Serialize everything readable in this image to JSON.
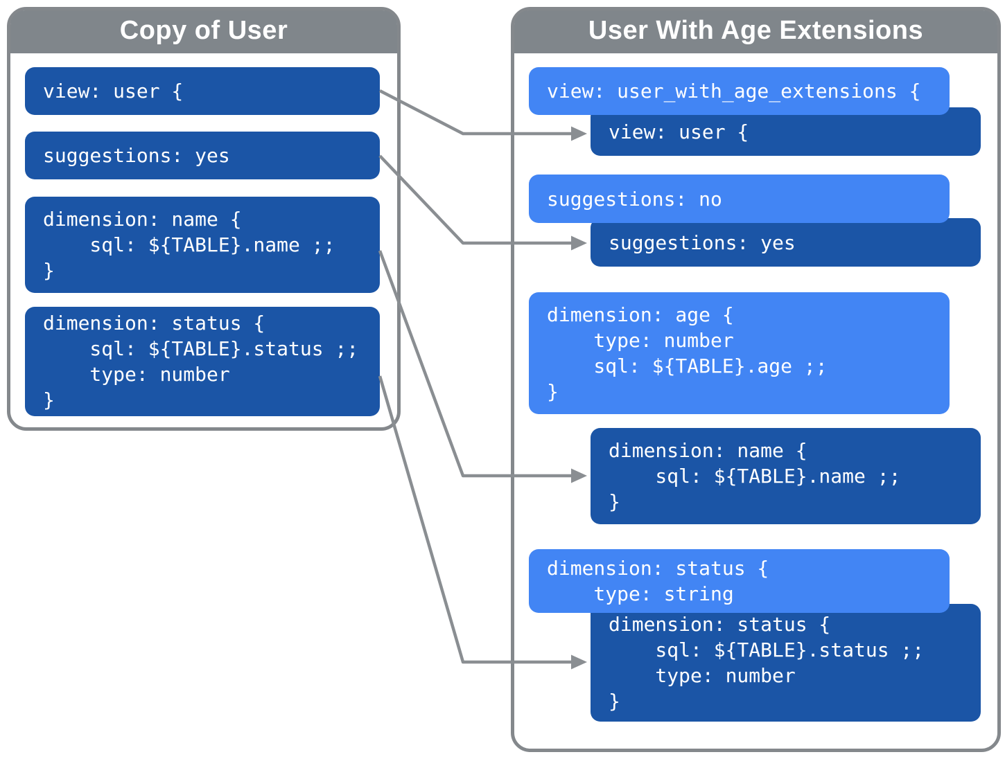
{
  "diagram": {
    "left_panel": {
      "title": "Copy of User",
      "blocks": {
        "view": "view: user {",
        "suggestions": "suggestions: yes",
        "dimension_name": "dimension: name {\n    sql: ${TABLE}.name ;;\n}",
        "dimension_status": "dimension: status {\n    sql: ${TABLE}.status ;;\n    type: number\n}"
      }
    },
    "right_panel": {
      "title": "User With Age Extensions",
      "blocks": {
        "view_extension": "view: user_with_age_extensions {",
        "view_original": "view: user {",
        "suggestions_extension": "suggestions: no",
        "suggestions_original": "suggestions: yes",
        "dimension_age_extension": "dimension: age {\n    type: number\n    sql: ${TABLE}.age ;;\n}",
        "dimension_name_original": "dimension: name {\n    sql: ${TABLE}.name ;;\n}",
        "dimension_status_extension": "dimension: status {\n    type: string",
        "dimension_status_original": "dimension: status {\n    sql: ${TABLE}.status ;;\n    type: number\n}"
      }
    },
    "colors": {
      "original_block_blue": "#1B55A6",
      "extension_block_blue": "#4285F4",
      "panel_header_gray": "#80868B",
      "panel_border_gray": "#84888C",
      "connector_gray": "#8A8E92",
      "code_text": "#FFFFFF",
      "background": "#FFFFFF"
    }
  }
}
